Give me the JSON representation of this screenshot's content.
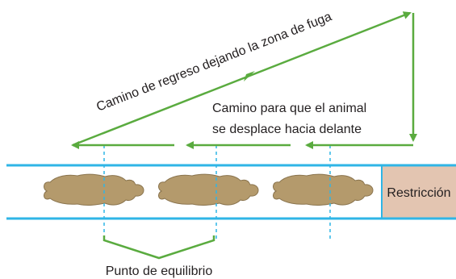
{
  "labels": {
    "return_path": "Camino de regreso dejando la zona de fuga",
    "forward_path_line1": "Camino para que el animal",
    "forward_path_line2": "se desplace hacia delante",
    "restriction": "Restricción",
    "balance_point": "Punto de equilibrio"
  },
  "colors": {
    "path_arrows": "#5aab3f",
    "chute_lines": "#2fb5e6",
    "dashed_lines": "#2fb5e6",
    "animal_fill": "#b49a6c",
    "animal_stroke": "#8a744e",
    "restriction_fill": "#e3c5b1",
    "text": "#231f20"
  },
  "animals": [
    {
      "name": "cow-1"
    },
    {
      "name": "cow-2"
    },
    {
      "name": "cow-3"
    }
  ]
}
